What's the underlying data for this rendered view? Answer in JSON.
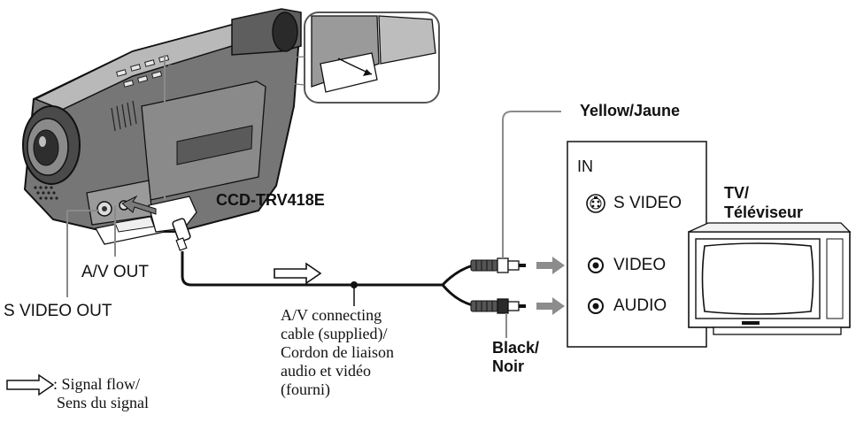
{
  "model_label": "CCD-TRV418E",
  "camcorder_ports": {
    "av_out": "A/V OUT",
    "s_video_out": "S VIDEO OUT"
  },
  "cable": {
    "yellow_label": "Yellow/Jaune",
    "black_label_1": "Black/",
    "black_label_2": "Noir",
    "description": [
      "A/V connecting",
      "cable (supplied)/",
      "Cordon de liaison",
      "audio et vidéo",
      "(fourni)"
    ]
  },
  "tv": {
    "label_1": "TV/",
    "label_2": "Téléviseur",
    "panel_in": "IN",
    "jacks": {
      "s_video": "S VIDEO",
      "video": "VIDEO",
      "audio": "AUDIO"
    }
  },
  "legend": {
    "line_1": ": Signal flow/",
    "line_2": "Sens du signal"
  },
  "colors": {
    "line": "#111111",
    "grey_leader": "#8a8a8a",
    "arrow": "#8c8c8c",
    "panel_fill": "#ffffff",
    "body_grey": "#6f6f6f"
  }
}
